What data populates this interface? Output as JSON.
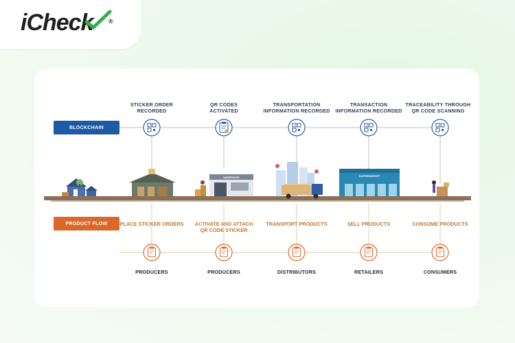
{
  "brand": {
    "name_main": "iChec",
    "name_tail": "k",
    "registered": "®"
  },
  "colors": {
    "blockchain": "#1d5aa3",
    "product_flow": "#d9692a",
    "ground": "#8a7058",
    "accent_text": "#c8732c"
  },
  "rows": {
    "blockchain_label": "BLOCKCHAIN",
    "product_flow_label": "PRODUCT FLOW"
  },
  "blockchain_steps": [
    {
      "label_line1": "STICKER ORDER",
      "label_line2": "RECORDED",
      "icon": "qr-code-icon"
    },
    {
      "label_line1": "QR CODES",
      "label_line2": "ACTIVATED",
      "icon": "clipboard-check-icon"
    },
    {
      "label_line1": "TRANSPORTATION",
      "label_line2": "INFORMATION RECORDED",
      "icon": "qr-code-icon"
    },
    {
      "label_line1": "TRANSACTION",
      "label_line2": "INFORMATION RECORDED",
      "icon": "qr-code-icon"
    },
    {
      "label_line1": "TRACEABILITY THROUGH",
      "label_line2": "QR CODE SCANNING",
      "icon": "qr-code-icon"
    }
  ],
  "flow_steps": [
    {
      "action_line1": "PLACE STICKER ORDERS",
      "action_line2": "",
      "actor": "PRODUCERS"
    },
    {
      "action_line1": "ACTIVATE AND ATTACH",
      "action_line2": "QR CODE STICKER",
      "actor": "PRODUCERS"
    },
    {
      "action_line1": "TRANSPORT PRODUCTS",
      "action_line2": "",
      "actor": "DISTRIBUTORS"
    },
    {
      "action_line1": "SELL PRODUCTS",
      "action_line2": "",
      "actor": "RETAILERS"
    },
    {
      "action_line1": "CONSUME PRODUCTS",
      "action_line2": "",
      "actor": "CONSUMERS"
    }
  ],
  "scene": {
    "warehouse_sign": "WAREHOUSE",
    "supermarket_sign": "SUPERMARKET"
  }
}
